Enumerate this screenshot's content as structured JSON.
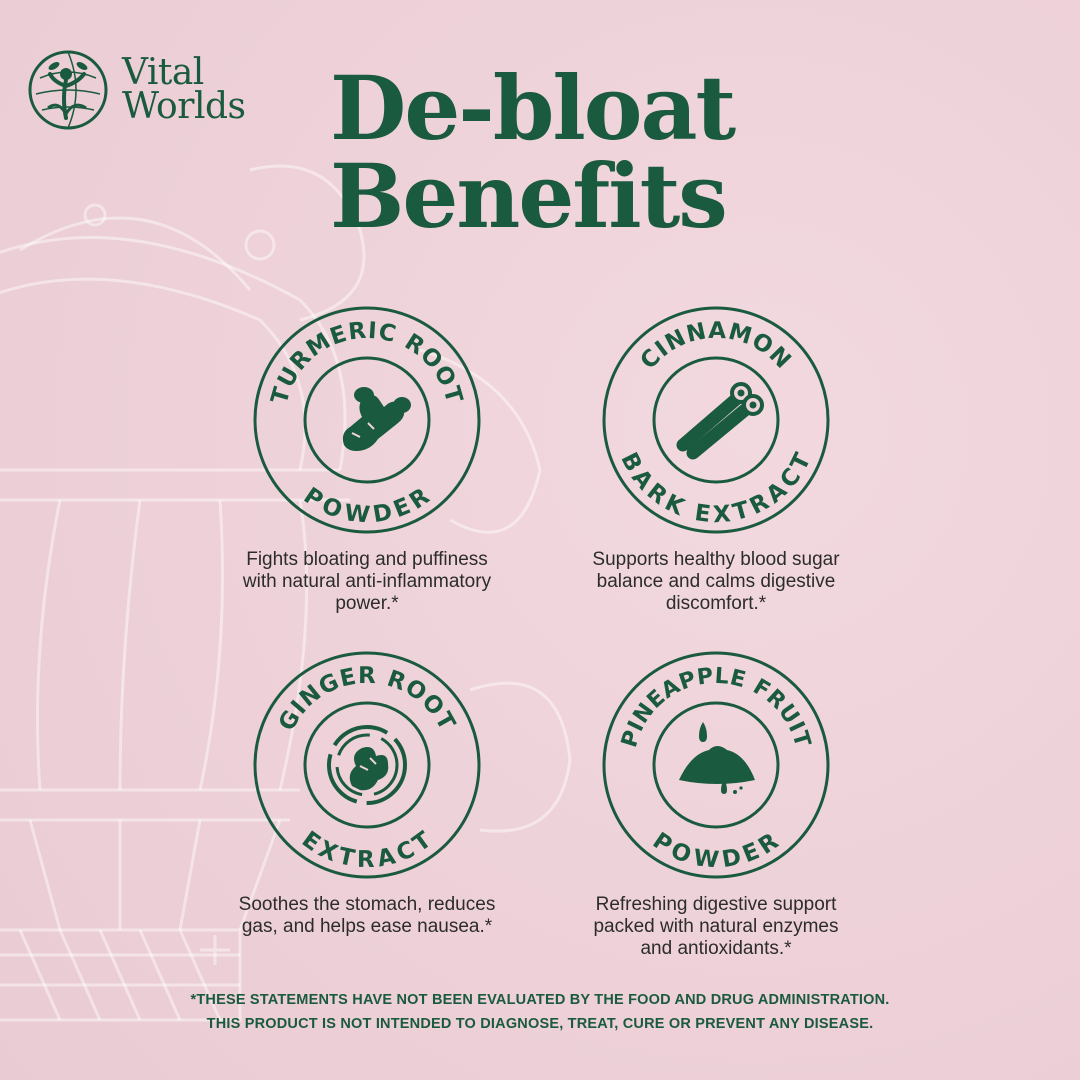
{
  "brand": {
    "name_line1": "Vital",
    "name_line2": "Worlds"
  },
  "headline": {
    "line1": "De-bloat",
    "line2": "Benefits"
  },
  "colors": {
    "primary": "#1a5a3e",
    "background": "#efd3da",
    "body_text": "#2c2c2c"
  },
  "benefits": [
    {
      "top_label": "TURMERIC ROOT",
      "bottom_label": "POWDER",
      "icon": "turmeric-root-icon",
      "description": [
        "Fights bloating and puffiness",
        "with natural anti-inflammatory",
        "power.*"
      ]
    },
    {
      "top_label": "CINNAMON",
      "bottom_label": "BARK EXTRACT",
      "icon": "cinnamon-sticks-icon",
      "description": [
        "Supports healthy blood sugar",
        "balance and calms digestive",
        "discomfort.*"
      ]
    },
    {
      "top_label": "GINGER ROOT",
      "bottom_label": "EXTRACT",
      "icon": "ginger-root-icon",
      "description": [
        "Soothes the stomach, reduces",
        "gas, and helps ease nausea.*"
      ]
    },
    {
      "top_label": "PINEAPPLE FRUIT",
      "bottom_label": "POWDER",
      "icon": "pineapple-powder-icon",
      "description": [
        "Refreshing digestive support",
        "packed with natural enzymes",
        "and antioxidants.*"
      ]
    }
  ],
  "disclaimer": {
    "line1": "*THESE STATEMENTS HAVE NOT BEEN EVALUATED BY THE FOOD AND DRUG ADMINISTRATION.",
    "line2": "THIS PRODUCT IS NOT INTENDED TO DIAGNOSE, TREAT, CURE OR PREVENT ANY DISEASE."
  }
}
